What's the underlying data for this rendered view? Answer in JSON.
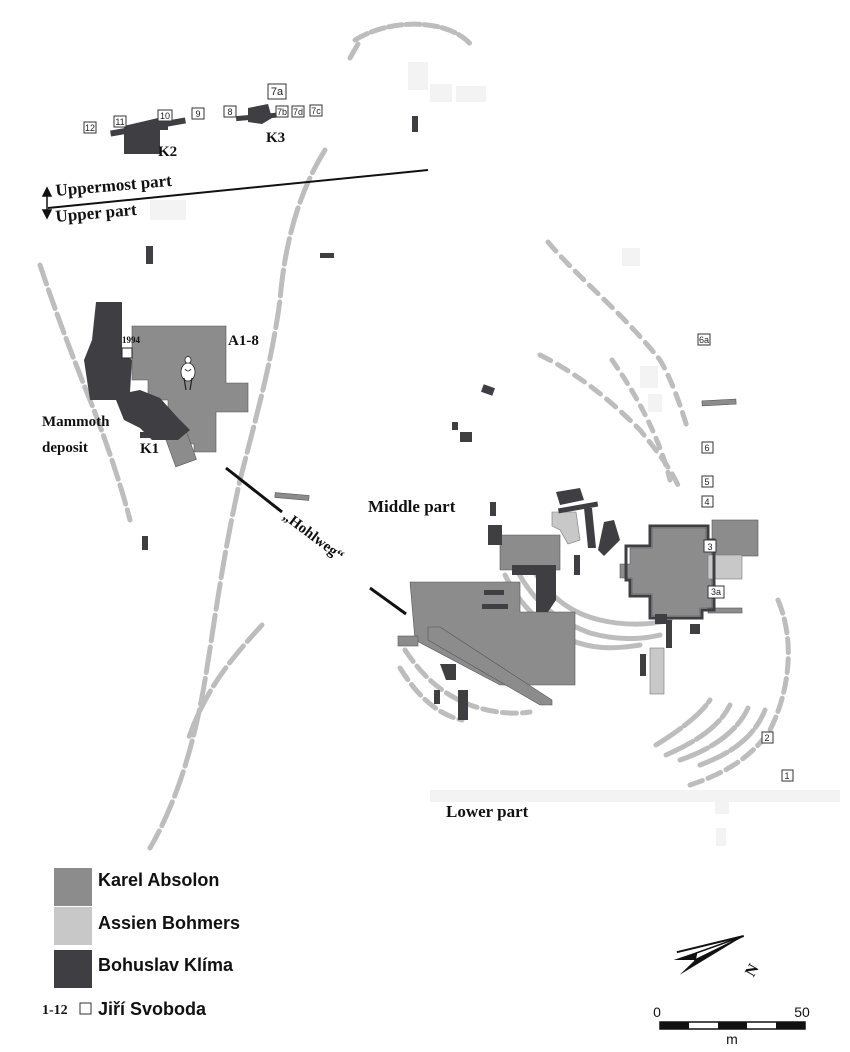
{
  "colors": {
    "absolon": "#8c8c8c",
    "bohmers": "#c8c8c8",
    "klima": "#3f3f43",
    "trail": "#bdbdbd",
    "line": "#111111"
  },
  "labels": {
    "uppermost": "Uppermost part",
    "upper": "Upper part",
    "k2": "K2",
    "k3": "K3",
    "a18": "A1-8",
    "year": "1994",
    "mammoth_1": "Mammoth",
    "mammoth_2": "deposit",
    "k1": "K1",
    "hohlweg": "„Hohlweg“",
    "middle": "Middle part",
    "lower": "Lower part"
  },
  "trenches": [
    "12",
    "11",
    "10",
    "9",
    "8",
    "7a",
    "7b",
    "7d",
    "7c",
    "6a",
    "6",
    "5",
    "4",
    "3",
    "3a",
    "2",
    "1"
  ],
  "legend": {
    "items": [
      {
        "name": "Karel Absolon",
        "color": "#8c8c8c"
      },
      {
        "name": "Assien Bohmers",
        "color": "#c8c8c8"
      },
      {
        "name": "Bohuslav Klíma",
        "color": "#3f3f43"
      }
    ],
    "svoboda_range": "1-12",
    "svoboda_name": "Jiří Svoboda"
  },
  "scale": {
    "min": "0",
    "max": "50",
    "unit": "m"
  },
  "north": "N",
  "icons": [
    "north-arrow-icon",
    "venus-figurine-icon",
    "range-arrow-icon"
  ]
}
